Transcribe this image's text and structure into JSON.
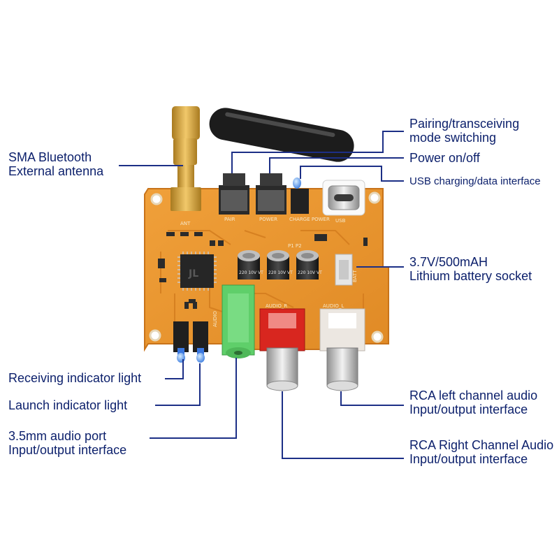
{
  "labels": {
    "antenna": [
      "SMA Bluetooth",
      "External antenna"
    ],
    "pairing": [
      "Pairing/transceiving",
      "mode switching"
    ],
    "power": "Power on/off",
    "usb": "USB charging/data interface",
    "battery": [
      "3.7V/500mAH",
      "Lithium battery socket"
    ],
    "receiving_led": "Receiving indicator light",
    "launch_led": "Launch indicator light",
    "audio_35": [
      "3.5mm audio port",
      "Input/output interface"
    ],
    "rca_left": [
      "RCA left channel audio",
      "Input/output interface"
    ],
    "rca_right": [
      "RCA Right Channel Audio",
      "Input/output interface"
    ]
  },
  "board_silkscreen": {
    "ant": "ANT",
    "pair": "PAIR",
    "power": "POWER",
    "charge_power": "CHARGE POWER",
    "usb": "USB",
    "audio": "AUDIO",
    "audio_r": "AUDIO_R",
    "audio_l": "AUDIO_L",
    "batt": "BATT",
    "cap_marking": "220 10V VT",
    "p1p2": "P1 P2"
  },
  "colors": {
    "label_text": "#0b1f6b",
    "leader_line": "#1c2f86",
    "pcb": "#e8932e",
    "antenna": "#1c1c1c",
    "sma_gold": "#d2a23c",
    "audio_jack": "#5fcf6a",
    "rca_red": "#d8261f",
    "rca_white": "#ece7e1"
  }
}
